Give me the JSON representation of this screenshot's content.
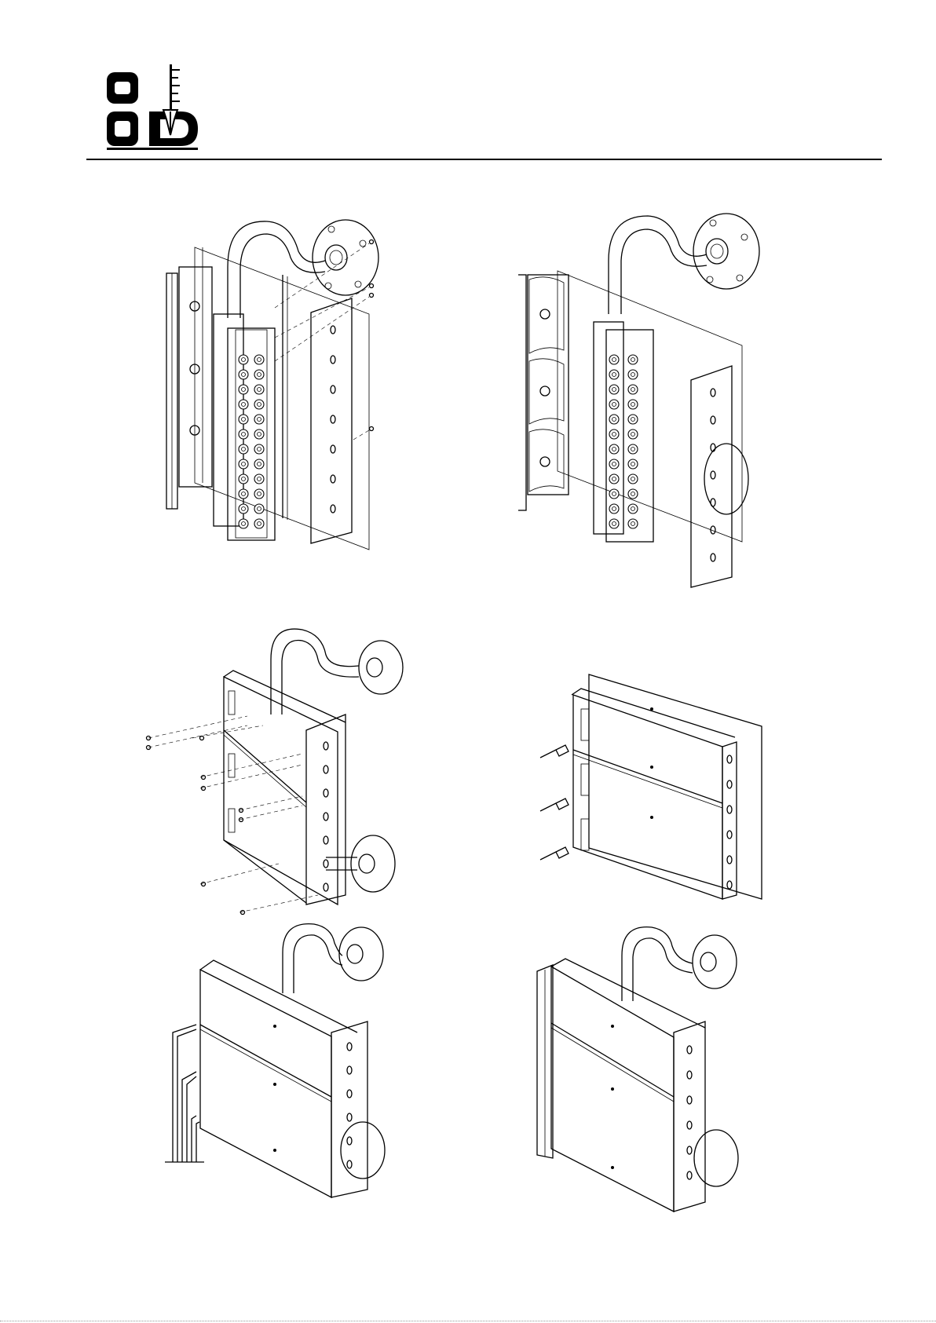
{
  "document": {
    "logo_name": "company-logo",
    "figures": [
      {
        "id": "fig-1"
      },
      {
        "id": "fig-2"
      },
      {
        "id": "fig-3"
      },
      {
        "id": "fig-4"
      },
      {
        "id": "fig-5"
      },
      {
        "id": "fig-6"
      }
    ]
  }
}
